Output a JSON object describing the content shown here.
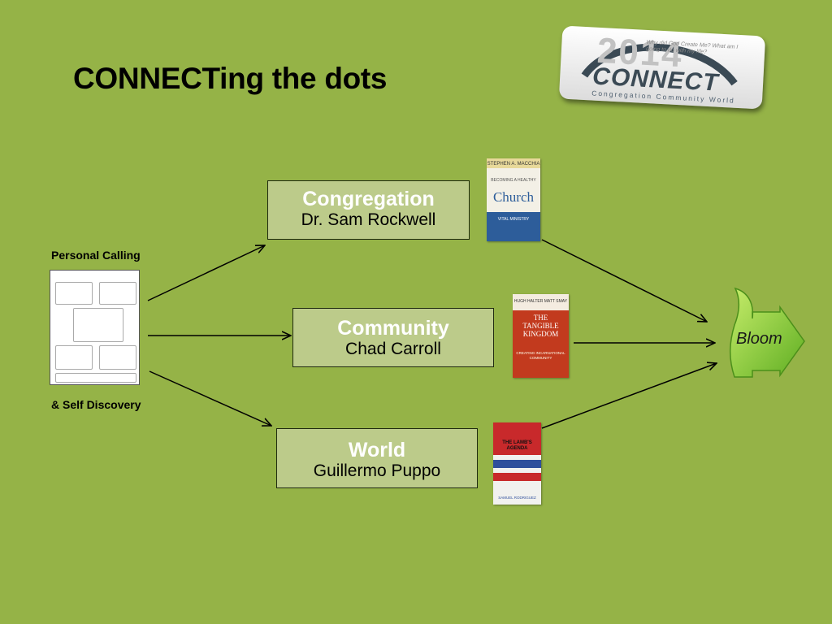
{
  "slide": {
    "title": "CONNECTing the dots"
  },
  "logo": {
    "year": "2014",
    "tagline": "Why did God Create Me? What am I going to do with my life?",
    "word": "CONNECT",
    "subtitle": "Congregation Community World"
  },
  "left": {
    "top_label": "Personal Calling",
    "bottom_label": "& Self Discovery"
  },
  "boxes": [
    {
      "heading": "Congregation",
      "name": "Dr. Sam Rockwell"
    },
    {
      "heading": "Community",
      "name": "Chad Carroll"
    },
    {
      "heading": "World",
      "name": "Guillermo Puppo"
    }
  ],
  "books": [
    {
      "author": "STEPHEN A. MACCHIA",
      "title_small": "BECOMING A HEALTHY",
      "title_big": "Church",
      "subtitle": "VITAL MINISTRY",
      "color": "#2d5d9a"
    },
    {
      "author": "HUGH HALTER  MATT SMAY",
      "title_big": "THE TANGIBLE KINGDOM",
      "subtitle": "CREATING INCARNATIONAL COMMUNITY",
      "color": "#c23a1e"
    },
    {
      "title_big": "THE LAMB'S AGENDA",
      "author": "SAMUEL RODRIGUEZ",
      "color": "#c8292b"
    }
  ],
  "bloom": {
    "label": "Bloom",
    "color": "#7fc433"
  },
  "colors": {
    "background": "#95b347",
    "box_fill": "#bccb8a",
    "box_heading": "#ffffff"
  }
}
